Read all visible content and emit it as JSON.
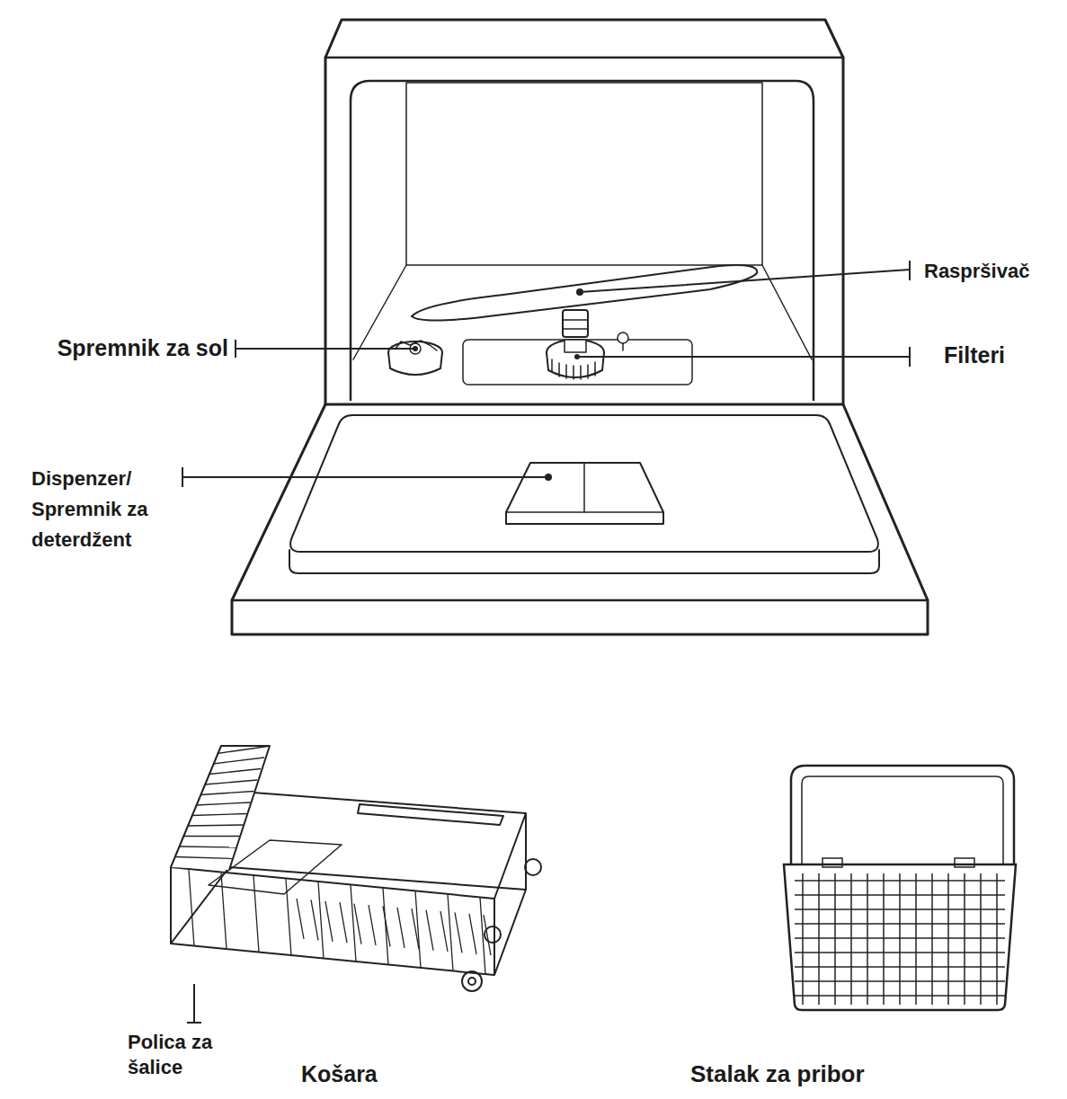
{
  "diagram": {
    "labels": [
      "Raspršivač",
      "Spremnik za sol",
      "Filteri",
      "Dispenzer/ Spremnik za deterdžent",
      "Polica za šalice",
      "Košara",
      "Stalak za pribor"
    ]
  }
}
